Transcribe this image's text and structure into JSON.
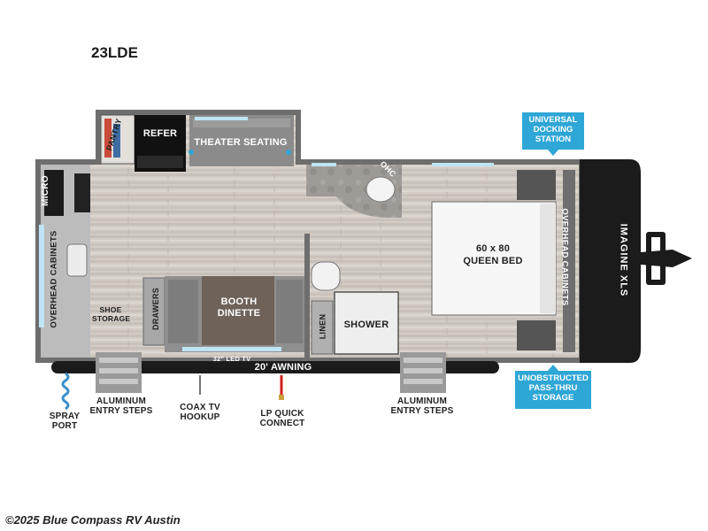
{
  "model_name": "23LDE",
  "labels": {
    "pantry": "PANTRY",
    "refer": "REFER",
    "theater_seating": "THEATER SEATING",
    "micro": "MICRO",
    "overhead_cabinets_left": "OVERHEAD CABINETS",
    "ohc": "OHC",
    "queen_bed": [
      "60 x 80",
      "QUEEN BED"
    ],
    "overhead_cabinets_right": "OVERHEAD CABINETS",
    "brand_logo": "IMAGINE XLS",
    "shoe_storage": [
      "SHOE",
      "STORAGE"
    ],
    "drawers": "DRAWERS",
    "booth_dinette": [
      "BOOTH",
      "DINETTE"
    ],
    "led_tv": "32\" LED TV",
    "linen": "LINEN",
    "shower": "SHOWER",
    "awning": "20' AWNING",
    "spray_port": [
      "SPRAY",
      "PORT"
    ],
    "aluminum_entry_steps_1": [
      "ALUMINUM",
      "ENTRY STEPS"
    ],
    "coax_tv_hookup": [
      "COAX TV",
      "HOOKUP"
    ],
    "lp_quick_connect": [
      "LP QUICK",
      "CONNECT"
    ],
    "aluminum_entry_steps_2": [
      "ALUMINUM",
      "ENTRY STEPS"
    ]
  },
  "callouts": {
    "universal_docking_station": [
      "UNIVERSAL",
      "DOCKING",
      "STATION"
    ],
    "pass_thru_storage": [
      "UNOBSTRUCTED",
      "PASS-THRU",
      "STORAGE"
    ]
  },
  "colors": {
    "callout_blue": "#2ea6d6",
    "wall_gray": "#6b6b6b",
    "dark_cap": "#1b1b1b",
    "lp_red": "#d32222",
    "spray_blue": "#3a8fc9"
  },
  "copyright": "©2025 Blue Compass RV Austin"
}
